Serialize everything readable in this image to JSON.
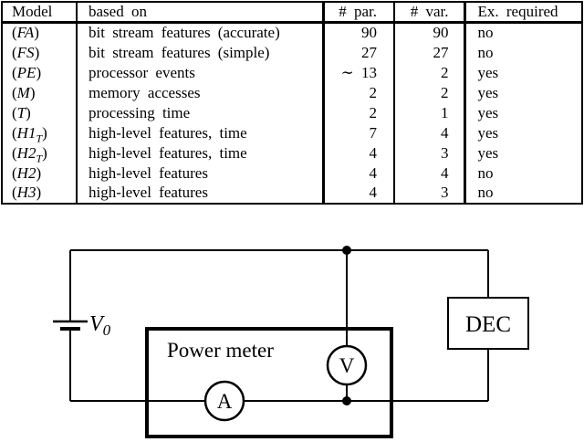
{
  "table": {
    "headers": {
      "model": "Model",
      "based_on": "based on",
      "par": "# par.",
      "var": "# var.",
      "ex": "Ex. required"
    },
    "rows": [
      {
        "model": "FA",
        "sub": "",
        "based_on": "bit stream features (accurate)",
        "par": "90",
        "var": "90",
        "ex": "no"
      },
      {
        "model": "FS",
        "sub": "",
        "based_on": "bit stream features (simple)",
        "par": "27",
        "var": "27",
        "ex": "no"
      },
      {
        "model": "PE",
        "sub": "",
        "based_on": "processor events",
        "par": "∼ 13",
        "var": "2",
        "ex": "yes"
      },
      {
        "model": "M",
        "sub": "",
        "based_on": "memory accesses",
        "par": "2",
        "var": "2",
        "ex": "yes"
      },
      {
        "model": "T",
        "sub": "",
        "based_on": "processing time",
        "par": "2",
        "var": "1",
        "ex": "yes"
      },
      {
        "model": "H1",
        "sub": "T",
        "based_on": "high-level features, time",
        "par": "7",
        "var": "4",
        "ex": "yes"
      },
      {
        "model": "H2",
        "sub": "T",
        "based_on": "high-level features, time",
        "par": "4",
        "var": "3",
        "ex": "yes"
      },
      {
        "model": "H2",
        "sub": "",
        "based_on": "high-level features",
        "par": "4",
        "var": "4",
        "ex": "no"
      },
      {
        "model": "H3",
        "sub": "",
        "based_on": "high-level features",
        "par": "4",
        "var": "3",
        "ex": "no"
      }
    ]
  },
  "circuit": {
    "source_label": {
      "symbol": "V",
      "sub": "0"
    },
    "power_meter_label": "Power meter",
    "ammeter_label": "A",
    "voltmeter_label": "V",
    "dec_label": "DEC",
    "wire_color": "#000000"
  }
}
